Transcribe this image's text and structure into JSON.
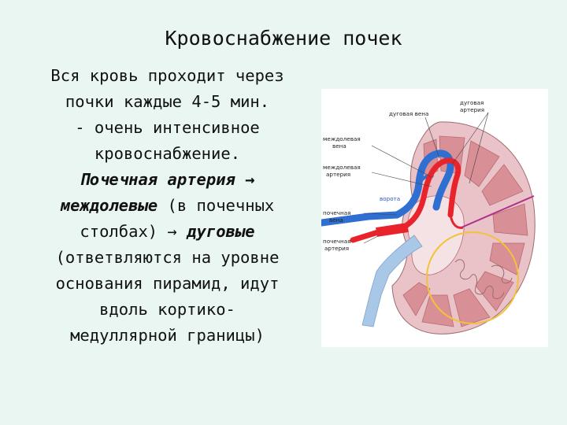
{
  "slide": {
    "title": "Кровоснабжение почек",
    "lines": [
      "Вся кровь проходит через",
      "почки каждые 4-5 мин.",
      "- очень интенсивное",
      "кровоснабжение.",
      "Почечная артерия →",
      "междолевые",
      " (в почечных",
      "столбах) → ",
      "дуговые",
      "(ответвляются на уровне",
      "основания пирамид, идут",
      "вдоль кортико-",
      "медуллярной границы)"
    ]
  },
  "figure": {
    "labels": {
      "arc_vein": "дуговая вена",
      "arc_artery_1": "дуговая",
      "arc_artery_2": "артерия",
      "interlobar_vein_1": "междолевая",
      "interlobar_vein_2": "вена",
      "interlobar_artery_1": "междолевая",
      "interlobar_artery_2": "артерия",
      "gate": "ворота",
      "renal_vein_1": "почечная",
      "renal_vein_2": "вена",
      "renal_artery_1": "почечная",
      "renal_artery_2": "артерия"
    },
    "colors": {
      "capsule": "#e9c3c7",
      "pyramid": "#d98f96",
      "artery": "#e8232b",
      "vein": "#2e6fd1",
      "ureter": "#a9c8e8",
      "highlight_circle": "#f2c23a",
      "highlight_line": "#b0308a"
    }
  }
}
